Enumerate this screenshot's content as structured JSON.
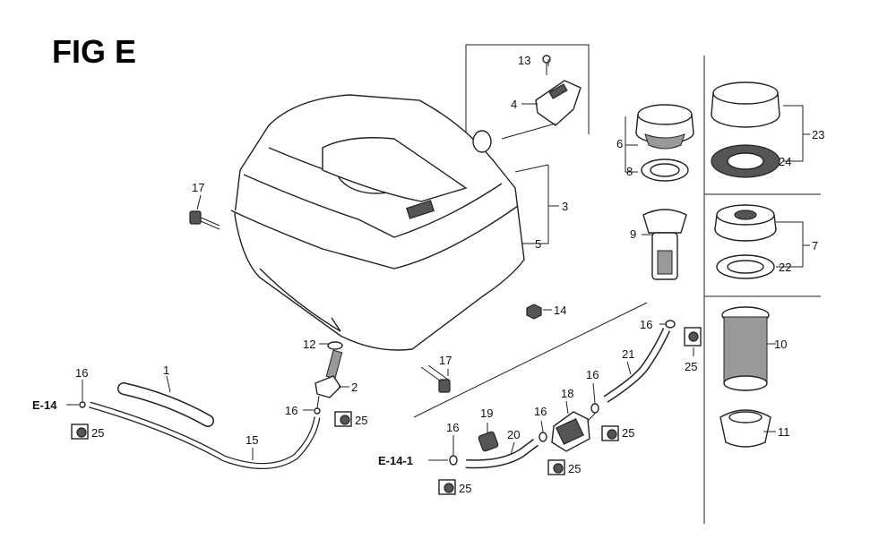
{
  "title": "FIG E",
  "refs": {
    "e14": "E-14",
    "e141": "E-14-1"
  },
  "callouts": {
    "c1": "1",
    "c2": "2",
    "c3": "3",
    "c4": "4",
    "c5": "5",
    "c6": "6",
    "c7": "7",
    "c8": "8",
    "c9": "9",
    "c10": "10",
    "c11": "11",
    "c12": "12",
    "c13": "13",
    "c14": "14",
    "c15": "15",
    "c16a": "16",
    "c16b": "16",
    "c16c": "16",
    "c16d": "16",
    "c16e": "16",
    "c16f": "16",
    "c17a": "17",
    "c17b": "17",
    "c18": "18",
    "c19": "19",
    "c20": "20",
    "c21": "21",
    "c22": "22",
    "c23": "23",
    "c24": "24",
    "c25a": "25",
    "c25b": "25",
    "c25c": "25",
    "c25d": "25",
    "c25e": "25",
    "c25f": "25"
  }
}
